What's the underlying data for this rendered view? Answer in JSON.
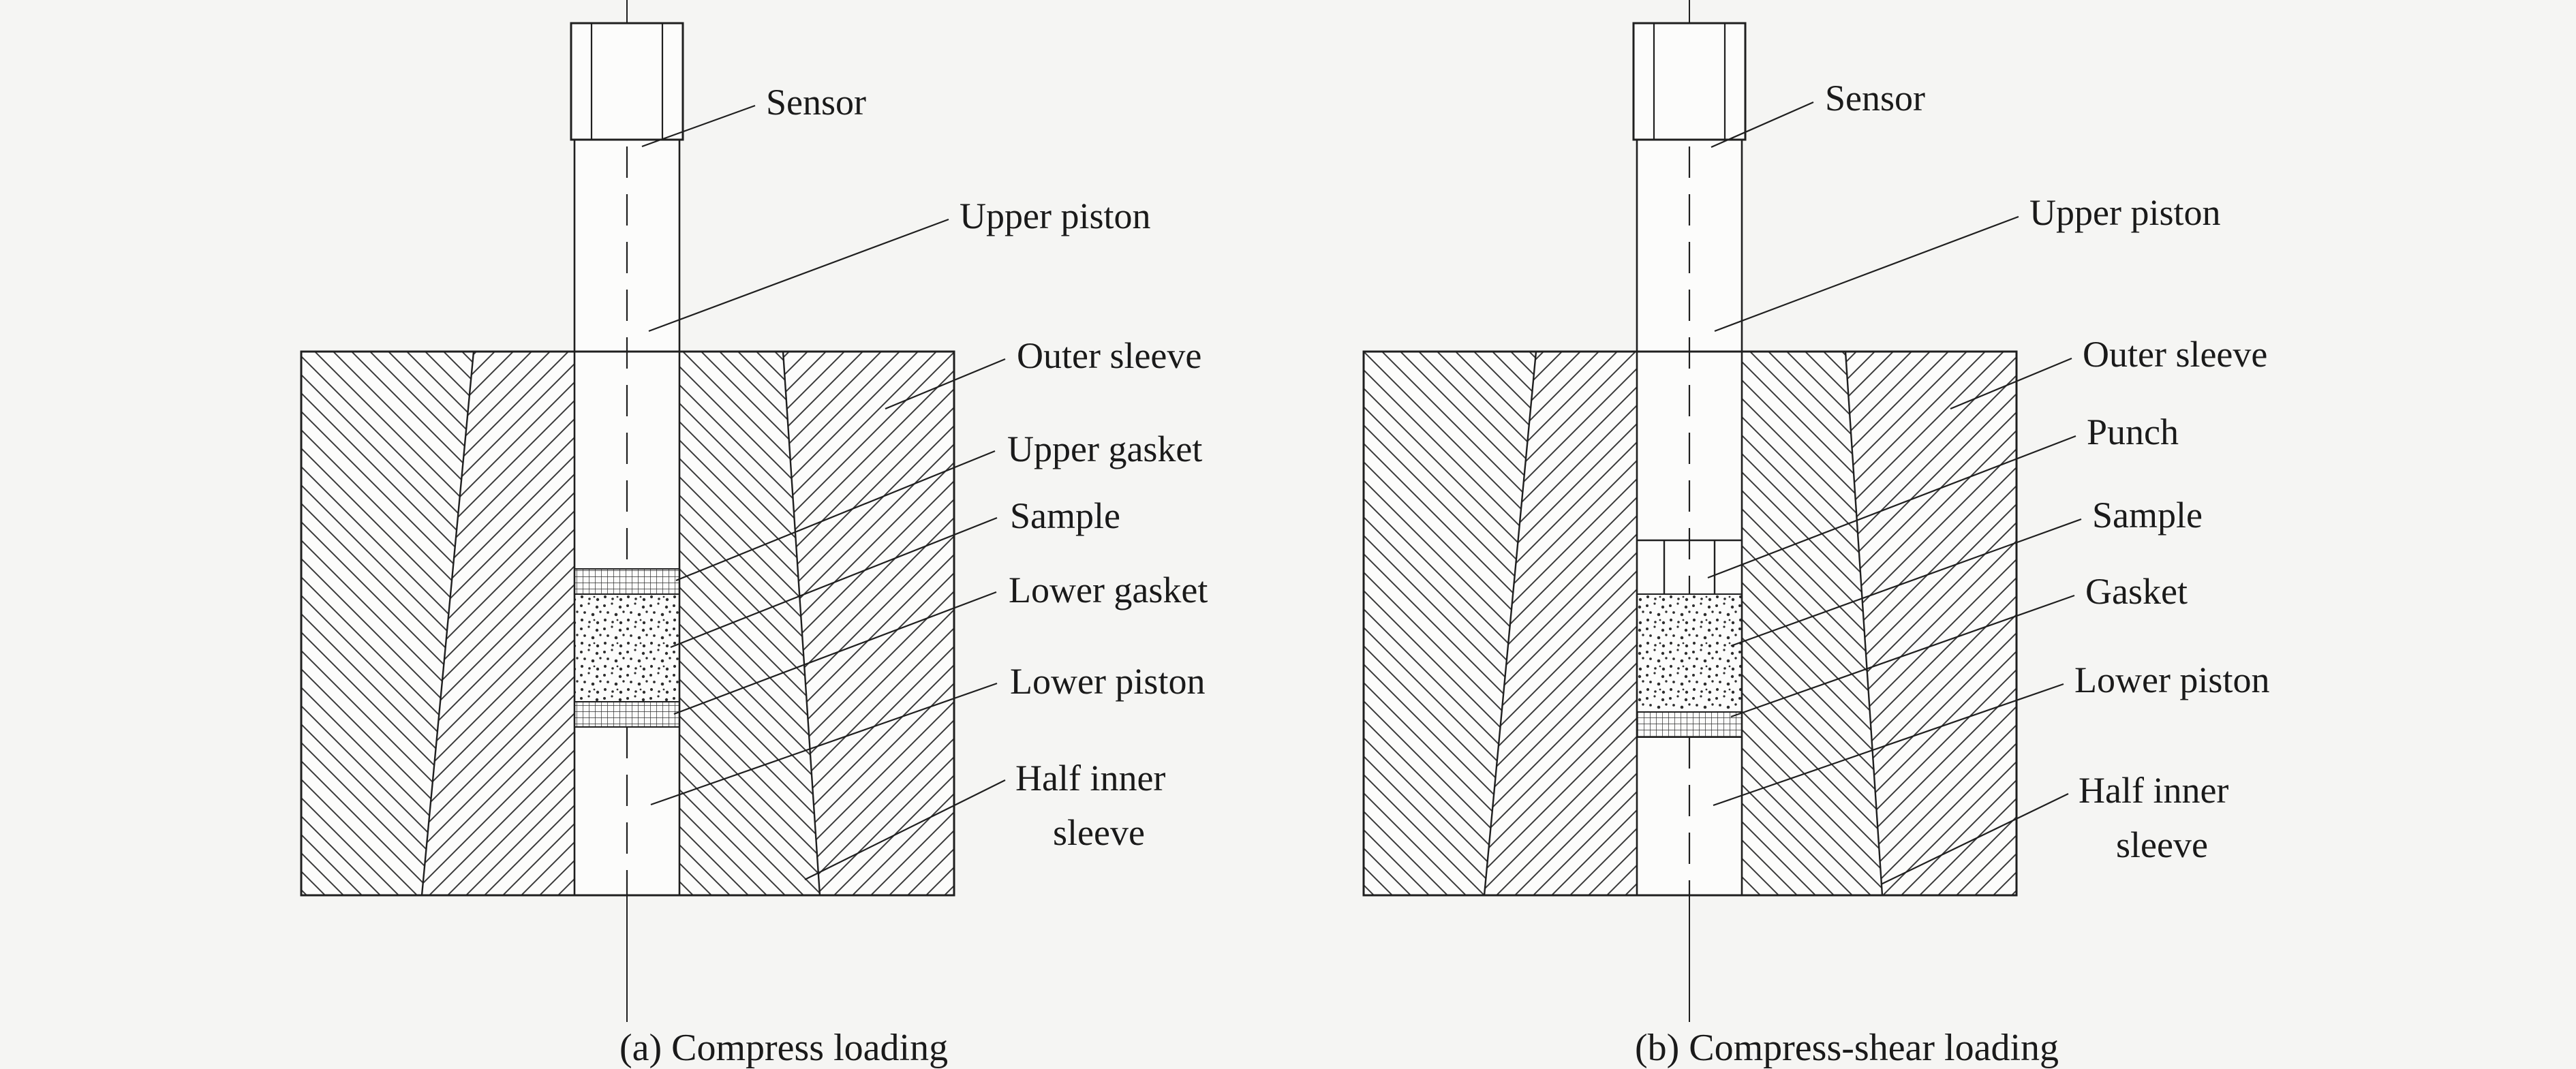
{
  "figure": {
    "background": "#f5f5f3",
    "line_color": "#1f1f1f",
    "diagram_a": {
      "caption": "(a) Compress loading",
      "labels": {
        "sensor": "Sensor",
        "upper_piston": "Upper piston",
        "outer_sleeve": "Outer sleeve",
        "upper_gasket": "Upper gasket",
        "sample": "Sample",
        "lower_gasket": "Lower gasket",
        "lower_piston": "Lower piston",
        "half_inner_sleeve_1": "Half inner",
        "half_inner_sleeve_2": "sleeve"
      }
    },
    "diagram_b": {
      "caption": "(b) Compress-shear loading",
      "labels": {
        "sensor": "Sensor",
        "upper_piston": "Upper piston",
        "outer_sleeve": "Outer sleeve",
        "punch": "Punch",
        "sample": "Sample",
        "gasket": "Gasket",
        "lower_piston": "Lower piston",
        "half_inner_sleeve_1": "Half inner",
        "half_inner_sleeve_2": "sleeve"
      }
    }
  }
}
